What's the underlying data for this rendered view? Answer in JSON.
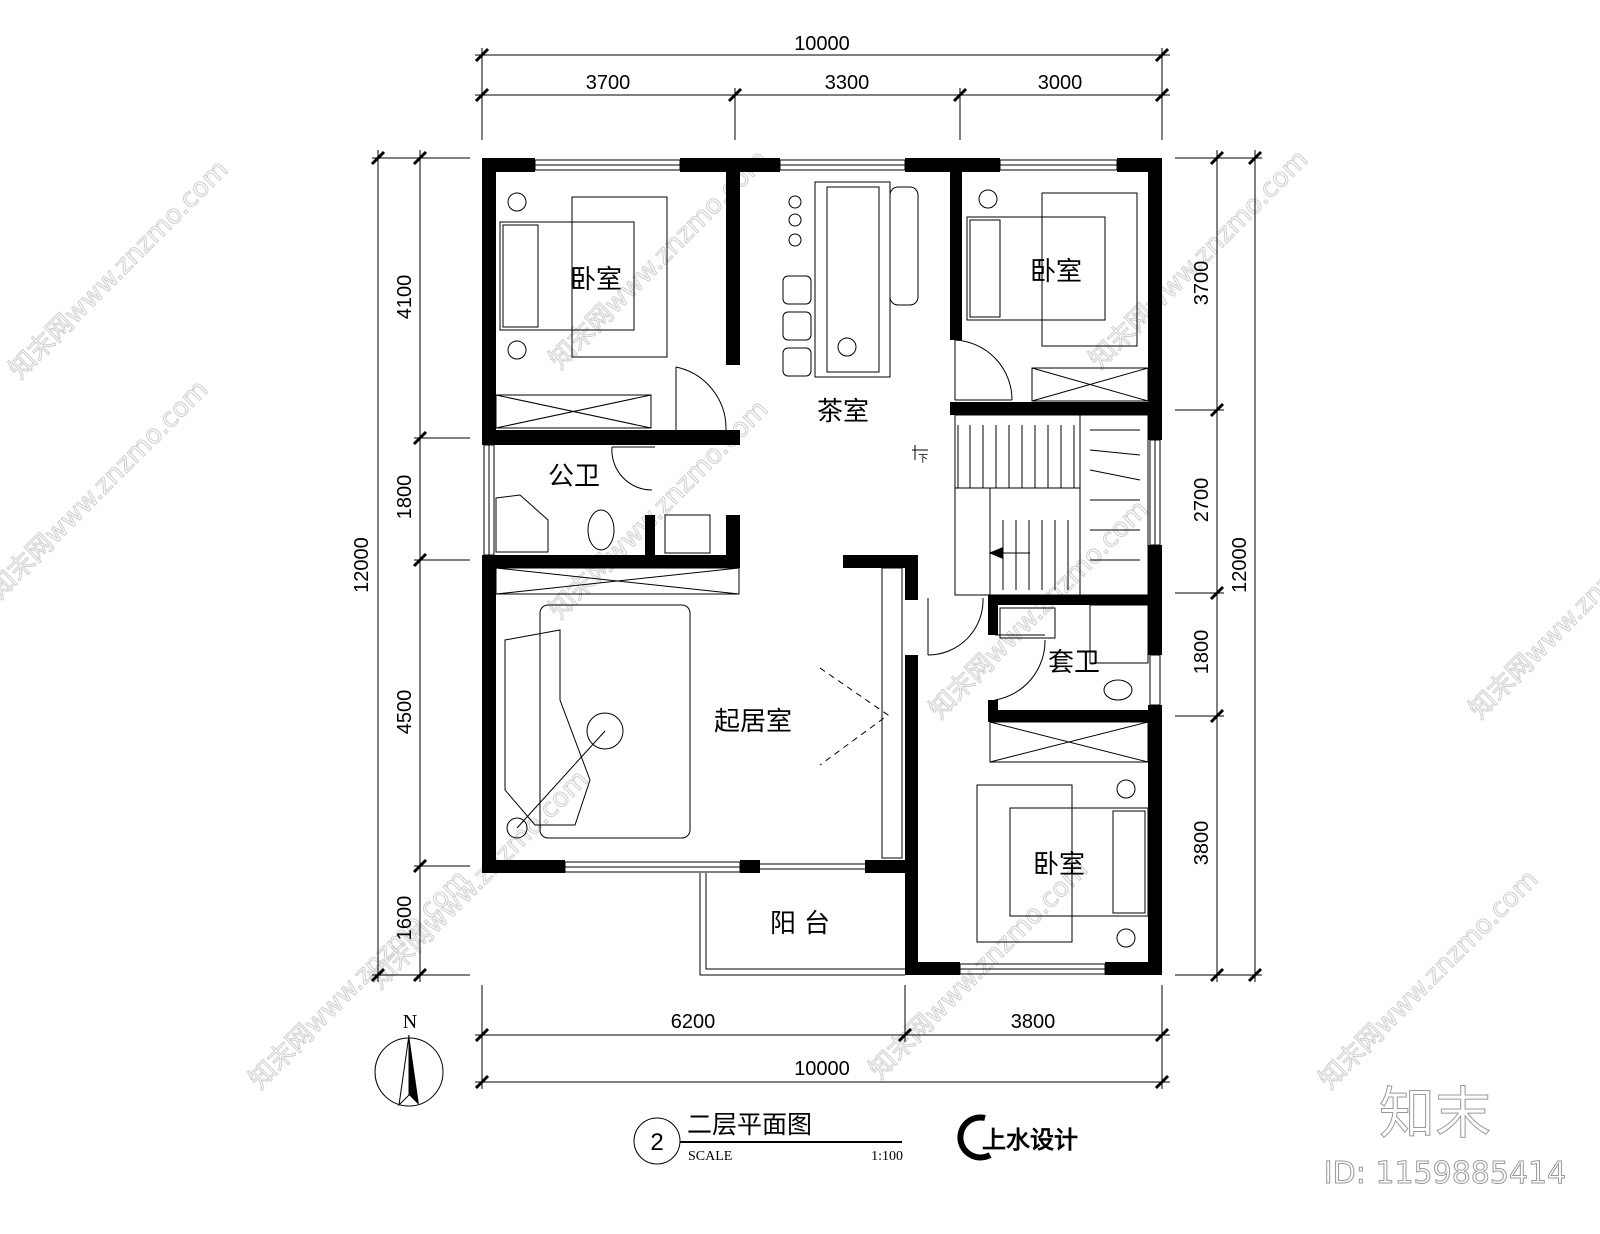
{
  "title": {
    "number": "2",
    "name": "二层平面图",
    "scale_label": "SCALE",
    "scale_value": "1:100"
  },
  "north": "N",
  "rooms": {
    "bedroom_nw": "卧室",
    "tea_room": "茶室",
    "bedroom_ne": "卧室",
    "public_bath": "公卫",
    "living": "起居室",
    "suite_bath": "套卫",
    "bedroom_se": "卧室",
    "balcony": "阳台",
    "stair_down": "下"
  },
  "dimensions": {
    "top_total": "10000",
    "top_segments": [
      "3700",
      "3300",
      "3000"
    ],
    "left_total": "12000",
    "left_segments": [
      "4100",
      "1800",
      "4500",
      "1600"
    ],
    "right_total": "12000",
    "right_segments": [
      "3700",
      "2700",
      "1800",
      "3800"
    ],
    "bottom_segments": [
      "6200",
      "3800"
    ],
    "bottom_total": "10000"
  },
  "brand": {
    "logo": "上水设计",
    "mark": "知末",
    "id": "ID: 1159885414"
  },
  "watermark": "知末网www.znzmo.com"
}
